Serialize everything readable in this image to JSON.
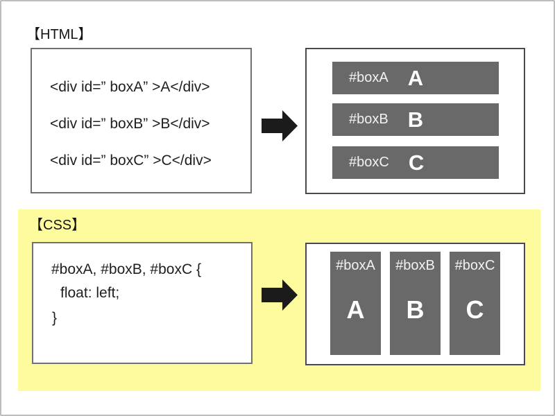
{
  "colors": {
    "panel_yellow": "#fdfb9e",
    "box_gray": "#696969",
    "arrow_black": "#1b1b1b",
    "page_border_gray": "#bdbdbd"
  },
  "html_section": {
    "heading": "【HTML】",
    "code_lines": [
      "<div id=” boxA” >A</div>",
      "<div id=” boxB” >B</div>",
      "<div id=” boxC” >C</div>"
    ],
    "result_rows": [
      {
        "id": "#boxA",
        "letter": "A"
      },
      {
        "id": "#boxB",
        "letter": "B"
      },
      {
        "id": "#boxC",
        "letter": "C"
      }
    ]
  },
  "css_section": {
    "heading": "【CSS】",
    "code_lines": [
      "#boxA, #boxB, #boxC {",
      "float: left;",
      "}"
    ],
    "result_columns": [
      {
        "id": "#boxA",
        "letter": "A"
      },
      {
        "id": "#boxB",
        "letter": "B"
      },
      {
        "id": "#boxC",
        "letter": "C"
      }
    ]
  }
}
